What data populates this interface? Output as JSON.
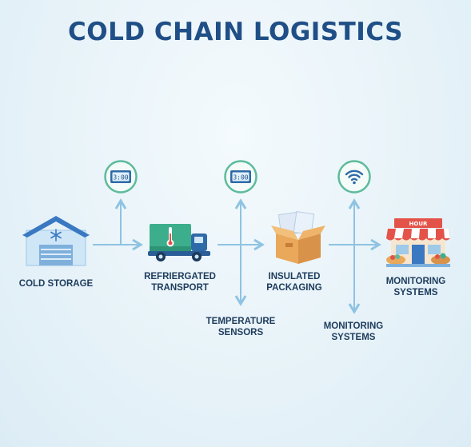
{
  "title": "COLD CHAIN LOGISTICS",
  "steps": [
    {
      "label": "COLD STORAGE"
    },
    {
      "line1": "REFRIERGATED",
      "line2": "TRANSPORT"
    },
    {
      "line1": "INSULATED",
      "line2": "PACKAGING"
    },
    {
      "line1": "MONITORING",
      "line2": "SYSTEMS"
    }
  ],
  "sensors": [
    {
      "display": "3:00"
    },
    {
      "display": "3:00",
      "line1": "TEMPERATURE",
      "line2": "SENSORS"
    },
    {
      "line1": "MONITORING",
      "line2": "SYSTEMS"
    }
  ],
  "store_sign": "HOUR",
  "colors": {
    "title": "#1f4f86",
    "arrow": "#8fc3e2",
    "ring": "#5dbb9c",
    "roof": "#3a78c2",
    "truck": "#3cae8c",
    "box": "#e9a85a",
    "awning": "#e4534a"
  }
}
